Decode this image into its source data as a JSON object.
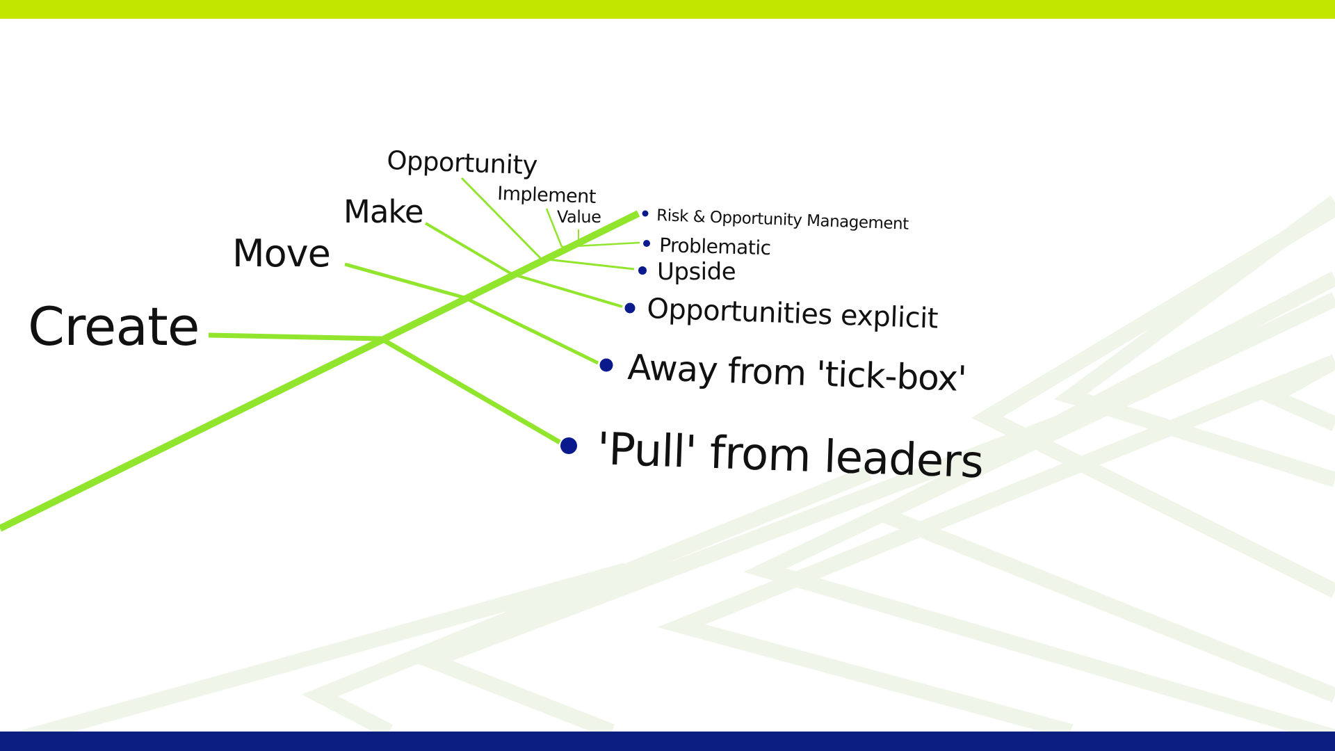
{
  "colors": {
    "top_bar": "#c2e600",
    "bottom_bar": "#0a1f80",
    "branch": "#92e52d",
    "dot": "#0a1a8c",
    "text": "#111111",
    "chevron": "#f0f5ea"
  },
  "tree": {
    "branches": [
      {
        "stem": "Create",
        "leaf": "'Pull' from leaders"
      },
      {
        "stem": "Move",
        "leaf": "Away from 'tick-box'"
      },
      {
        "stem": "Make",
        "leaf": "Opportunities explicit"
      },
      {
        "stem": "Opportunity",
        "leaf": "Upside"
      },
      {
        "stem": "Implement",
        "leaf": "Problematic"
      },
      {
        "stem": "Value",
        "leaf": "Risk & Opportunity Management"
      }
    ]
  }
}
